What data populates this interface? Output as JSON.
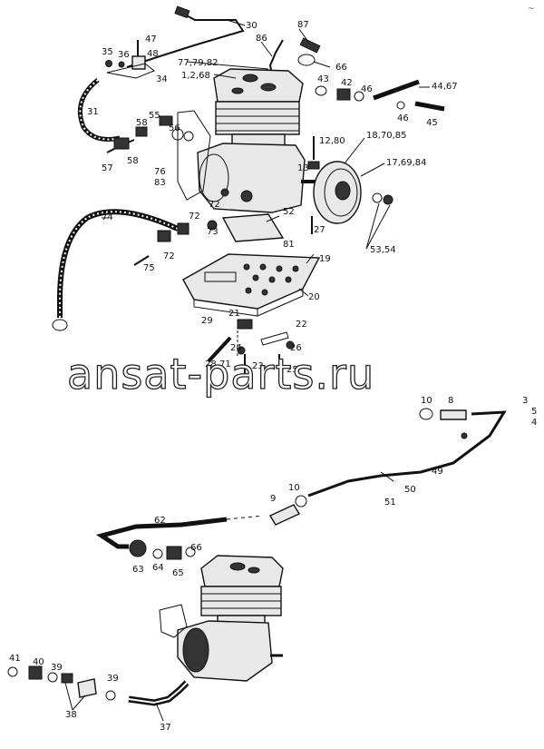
{
  "watermark": "ansat-parts.ru",
  "corner_mark": "~",
  "labels": {
    "p30": "30",
    "p87": "87",
    "p86": "86",
    "p35": "35",
    "p47": "47",
    "p36": "36",
    "p48": "48",
    "p34": "34",
    "p77": "77,79,82",
    "p1": "1,2,68",
    "p66a": "66",
    "p43": "43",
    "p42": "42",
    "p46a": "46",
    "p44": "44,67",
    "p46b": "46",
    "p45": "45",
    "p31": "31",
    "p55": "55",
    "p58a": "58",
    "p56": "56",
    "p57": "57",
    "p58b": "58",
    "p12": "12,80",
    "p13": "13",
    "p18": "18,70,85",
    "p17": "17,69,84",
    "p76": "76",
    "p83": "83",
    "p74": "74",
    "p72a": "72",
    "p72b": "72",
    "p73": "73",
    "p52": "52",
    "p27": "27",
    "p81": "81",
    "p72c": "72",
    "p75": "75",
    "p53": "53,54",
    "p19": "19",
    "p20": "20",
    "p29": "29",
    "p21": "21",
    "p22": "22",
    "p24": "24",
    "p26": "26",
    "p28": "28",
    "p71": "71",
    "p23": "23",
    "p25": "25",
    "p10a": "10",
    "p8": "8",
    "p3": "3",
    "p5": "5",
    "p4": "4",
    "p49": "49",
    "p50": "50",
    "p51": "51",
    "p9": "9",
    "p10b": "10",
    "p62": "62",
    "p63": "63",
    "p64": "64",
    "p65": "65",
    "p66b": "66",
    "p41": "41",
    "p40": "40",
    "p39a": "39",
    "p39b": "39",
    "p38": "38",
    "p37": "37"
  }
}
